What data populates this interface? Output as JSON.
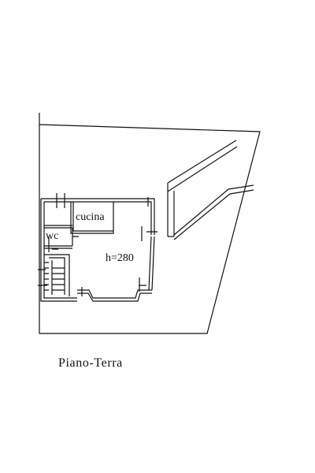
{
  "plan": {
    "title": "Piano-Terra",
    "rooms": {
      "kitchen": "cucina",
      "bathroom": "wc",
      "main_height": "h=280"
    },
    "colors": {
      "line": "#111111",
      "background": "#ffffff"
    }
  }
}
